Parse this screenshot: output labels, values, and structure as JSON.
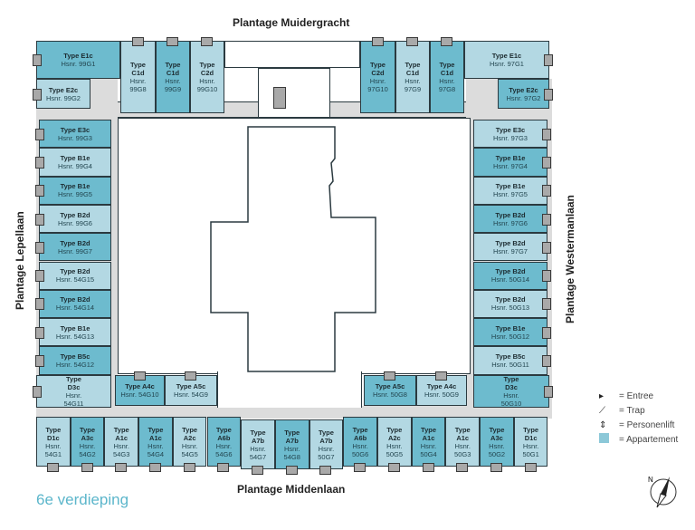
{
  "streets": {
    "top": "Plantage Muidergracht",
    "bottom": "Plantage Middenlaan",
    "left": "Plantage Lepellaan",
    "right": "Plantage Westermanlaan"
  },
  "hsnr_label": "Hsnr.",
  "units": {
    "top_left": [
      {
        "type": "Type E1c",
        "hsnr": "99G1"
      },
      {
        "type": "Type E2c",
        "hsnr": "99G2"
      },
      {
        "type": "Type C1d",
        "hsnr": "99G8"
      },
      {
        "type": "Type C1d",
        "hsnr": "99G9"
      },
      {
        "type": "Type C2d",
        "hsnr": "99G10"
      }
    ],
    "top_right": [
      {
        "type": "Type C2d",
        "hsnr": "97G10"
      },
      {
        "type": "Type C1d",
        "hsnr": "97G9"
      },
      {
        "type": "Type C1d",
        "hsnr": "97G8"
      },
      {
        "type": "Type E1c",
        "hsnr": "97G1"
      },
      {
        "type": "Type E2c",
        "hsnr": "97G2"
      }
    ],
    "left": [
      {
        "type": "Type E3c",
        "hsnr": "99G3"
      },
      {
        "type": "Type B1e",
        "hsnr": "99G4"
      },
      {
        "type": "Type B1e",
        "hsnr": "99G5"
      },
      {
        "type": "Type B2d",
        "hsnr": "99G6"
      },
      {
        "type": "Type B2d",
        "hsnr": "99G7"
      },
      {
        "type": "Type B2d",
        "hsnr": "54G15"
      },
      {
        "type": "Type B2d",
        "hsnr": "54G14"
      },
      {
        "type": "Type B1e",
        "hsnr": "54G13"
      },
      {
        "type": "Type B5c",
        "hsnr": "54G12"
      },
      {
        "type": "Type D3c",
        "hsnr": "54G11"
      }
    ],
    "right": [
      {
        "type": "Type E3c",
        "hsnr": "97G3"
      },
      {
        "type": "Type B1e",
        "hsnr": "97G4"
      },
      {
        "type": "Type B1e",
        "hsnr": "97G5"
      },
      {
        "type": "Type B2d",
        "hsnr": "97G6"
      },
      {
        "type": "Type B2d",
        "hsnr": "97G7"
      },
      {
        "type": "Type B2d",
        "hsnr": "50G14"
      },
      {
        "type": "Type B2d",
        "hsnr": "50G13"
      },
      {
        "type": "Type B1e",
        "hsnr": "50G12"
      },
      {
        "type": "Type B5c",
        "hsnr": "50G11"
      },
      {
        "type": "Type D3c",
        "hsnr": "50G10"
      }
    ],
    "inner_bottom": [
      {
        "type": "Type A4c",
        "hsnr": "54G10"
      },
      {
        "type": "Type A5c",
        "hsnr": "54G9"
      },
      {
        "type": "Type A5c",
        "hsnr": "50G8"
      },
      {
        "type": "Type A4c",
        "hsnr": "50G9"
      }
    ],
    "bottom": [
      {
        "type": "Type D1c",
        "hsnr": "54G1"
      },
      {
        "type": "Type A3c",
        "hsnr": "54G2"
      },
      {
        "type": "Type A1c",
        "hsnr": "54G3"
      },
      {
        "type": "Type A1c",
        "hsnr": "54G4"
      },
      {
        "type": "Type A2c",
        "hsnr": "54G5"
      },
      {
        "type": "Type A6b",
        "hsnr": "54G6"
      },
      {
        "type": "Type A7b",
        "hsnr": "54G7"
      },
      {
        "type": "Type A7b",
        "hsnr": "54G8"
      },
      {
        "type": "Type A7b",
        "hsnr": "50G7"
      },
      {
        "type": "Type A6b",
        "hsnr": "50G6"
      },
      {
        "type": "Type A2c",
        "hsnr": "50G5"
      },
      {
        "type": "Type A1c",
        "hsnr": "50G4"
      },
      {
        "type": "Type A1c",
        "hsnr": "50G3"
      },
      {
        "type": "Type A3c",
        "hsnr": "50G2"
      },
      {
        "type": "Type D1c",
        "hsnr": "50G1"
      }
    ]
  },
  "legend": [
    {
      "icon": "entrance-arrow",
      "symbol": "▸",
      "label": "= Entree"
    },
    {
      "icon": "stairs",
      "symbol": "⟋",
      "label": "= Trap"
    },
    {
      "icon": "elevator",
      "symbol": "⇕",
      "label": "= Personenlift"
    },
    {
      "icon": "apartment-swatch",
      "symbol": "",
      "label": "= Appartement"
    }
  ],
  "floor_label": "6e verdieping",
  "colors": {
    "light": "#b3d8e3",
    "dark": "#6dbbce",
    "accent": "#5cb6cb"
  }
}
